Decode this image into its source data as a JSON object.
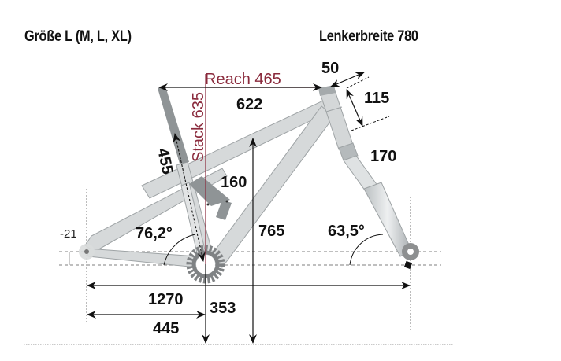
{
  "header": {
    "size_title": "Größe L (M, L, XL)",
    "handlebar_width": "Lenkerbreite 780"
  },
  "geometry": {
    "reach": "Reach 465",
    "stack": "Stack 635",
    "top_tube": "622",
    "stem_length": "50",
    "head_tube": "115",
    "fork_length": "170",
    "seat_tube": "455",
    "shock_travel": "160",
    "bb_drop": "-21",
    "seat_angle": "76,2°",
    "head_angle": "63,5°",
    "standover": "765",
    "wheelbase": "1270",
    "bb_height": "353",
    "chainstay": "445"
  },
  "colors": {
    "frame": "#d4d7d8",
    "frame_stroke": "#9ea3a5",
    "dimension": "#111111",
    "reach_stack": "#8a2a3c",
    "guide": "#888888"
  }
}
